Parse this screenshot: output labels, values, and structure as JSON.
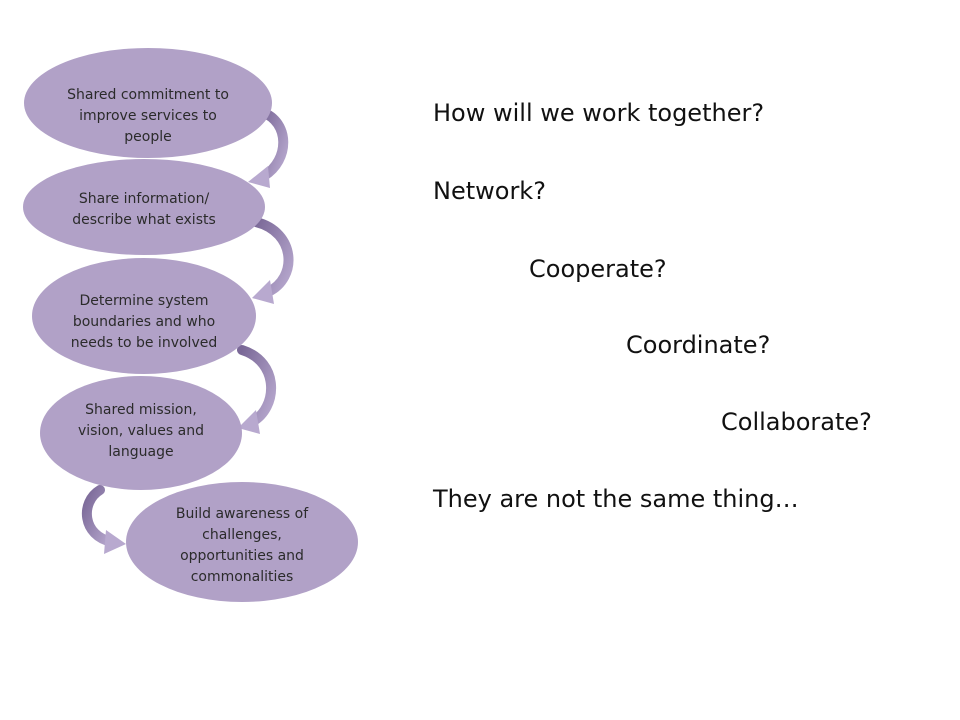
{
  "diagram": {
    "colors": {
      "ellipse_fill": "#b1a1c7",
      "arrow_fill": "#8d7ba8"
    },
    "steps": [
      {
        "label": "Shared commitment to improve services to people"
      },
      {
        "label": "Share information/ describe what exists"
      },
      {
        "label": "Determine system boundaries and who needs to be involved"
      },
      {
        "label": "Shared mission, vision, values and language"
      },
      {
        "label": "Build awareness of challenges, opportunities and commonalities"
      }
    ]
  },
  "text": {
    "question": "How will we work together?",
    "network": "Network?",
    "cooperate": "Cooperate?",
    "coordinate": "Coordinate?",
    "collaborate": "Collaborate?",
    "conclusion": "They are not the same thing…"
  }
}
